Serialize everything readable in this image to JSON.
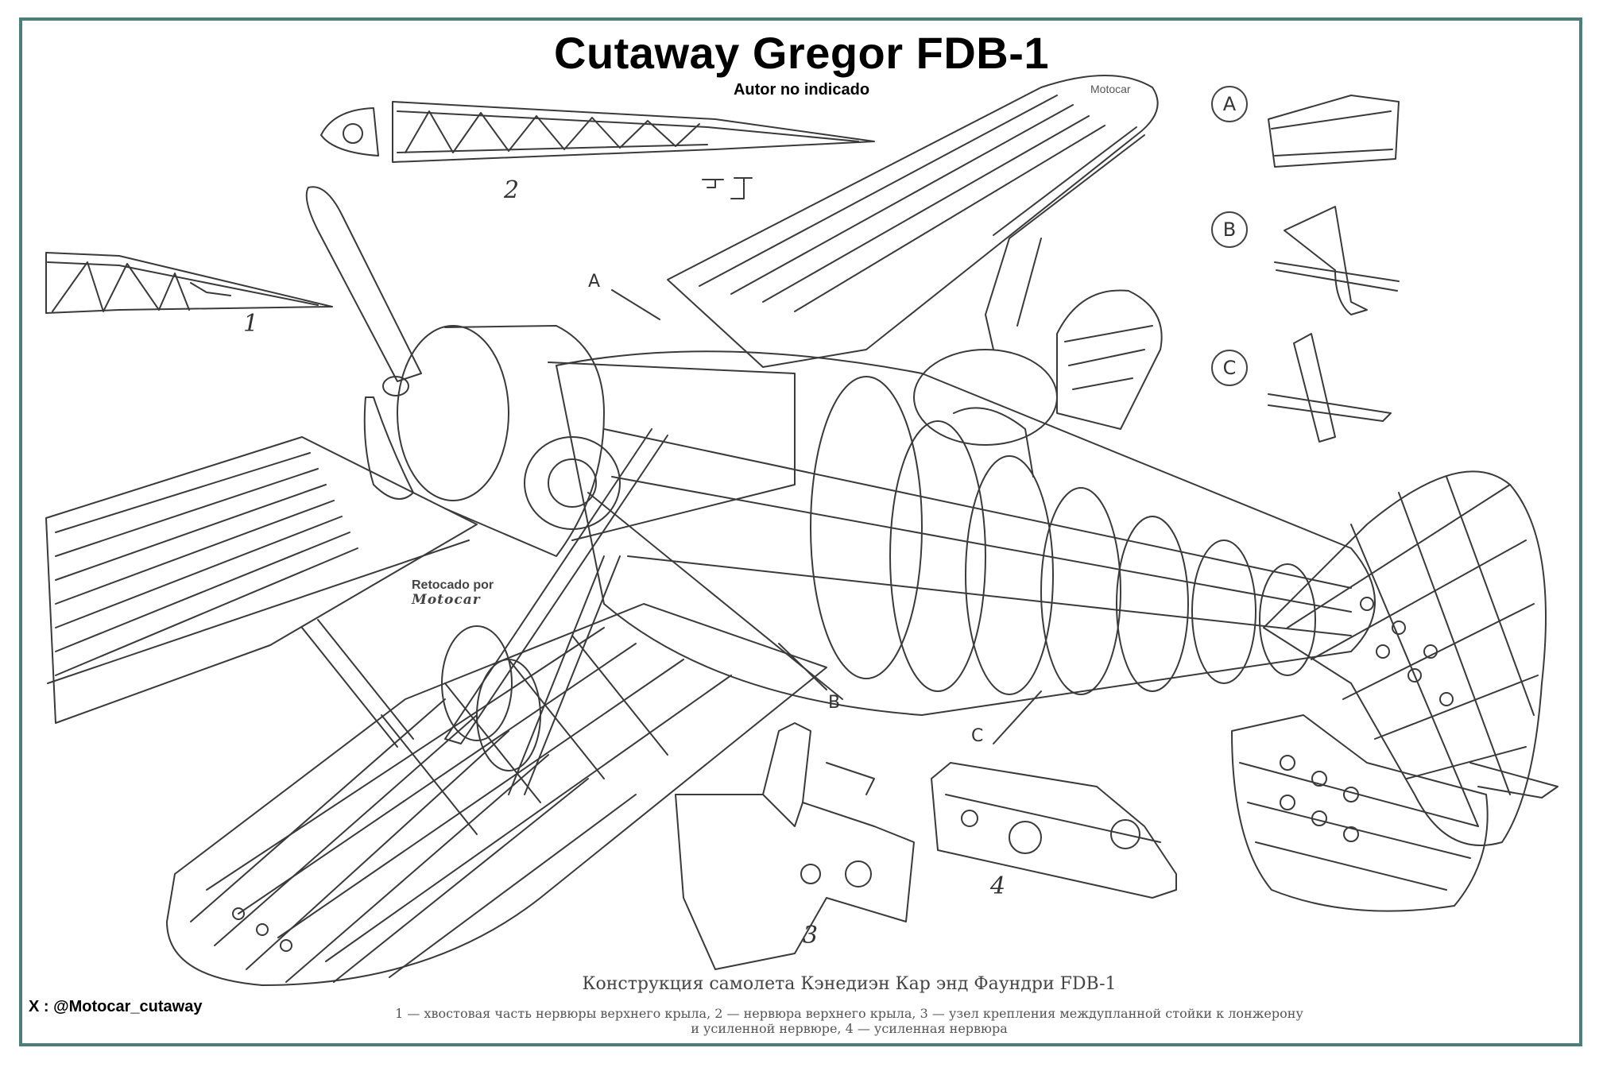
{
  "header": {
    "title": "Cutaway Gregor FDB-1",
    "subtitle": "Autor no indicado"
  },
  "watermarks": {
    "top": "Motocar",
    "retouched_label": "Retocado por",
    "retouched_brand": "Motocar",
    "social_handle": "X : @Motocar_cutaway"
  },
  "detail_callouts": {
    "a": "A",
    "b": "B",
    "c": "C"
  },
  "part_numbers": {
    "p1": "1",
    "p2": "2",
    "p3": "3",
    "p4": "4"
  },
  "pointer_labels": {
    "a": "A",
    "b": "B",
    "c": "C"
  },
  "caption": {
    "title": "Конструкция самолета Кэнедиэн Кар энд Фаундри FDB-1",
    "line1": "1 — хвостовая часть нервюры верхнего крыла, 2 — нервюра верхнего крыла, 3 — узел крепления междупланной стойки к лонжерону",
    "line2": "и усиленной нервюре, 4 — усиленная нервюра"
  },
  "colors": {
    "frame": "#4c7f7c",
    "ink": "#3a3a3a",
    "background": "#ffffff"
  }
}
